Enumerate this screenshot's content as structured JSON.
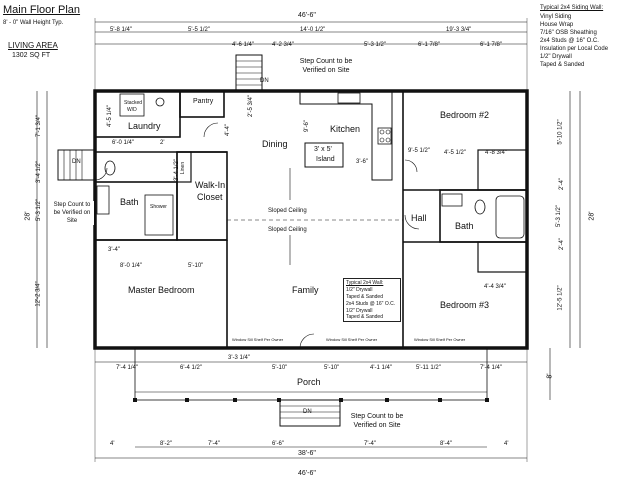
{
  "title": {
    "main": "Main Floor Plan",
    "wall_height": "8' - 0\" Wall Height Typ."
  },
  "area": {
    "label": "LIVING AREA",
    "value": "1302 SQ FT"
  },
  "spec": {
    "heading": "Typical 2x4 Siding Wall:",
    "lines": [
      "Vinyl Siding",
      "House Wrap",
      "7/16\" OSB Sheathing",
      "2x4 Studs @ 16\" O.C.",
      "Insulation per Local Code",
      "1/2\" Drywall",
      "Taped & Sanded"
    ]
  },
  "interior_spec": {
    "heading": "Typical 2x4 Wall:",
    "lines": [
      "1/2\" Drywall",
      "Taped & Sanded",
      "2x4 Studs @ 16\" O.C.",
      "1/2\" Drywall",
      "Taped & Sanded"
    ]
  },
  "rooms": {
    "laundry": "Laundry",
    "pantry": "Pantry",
    "dining": "Dining",
    "kitchen": "Kitchen",
    "island": "3' x 5'",
    "island_label": "Island",
    "bedroom2": "Bedroom #2",
    "bedroom3": "Bedroom #3",
    "bath1": "Bath",
    "bath2": "Bath",
    "closet_line1": "Walk-In",
    "closet_line2": "Closet",
    "master": "Master Bedroom",
    "family": "Family",
    "hall": "Hall",
    "porch": "Porch",
    "linen": "Linen",
    "sloped1": "Sloped Ceiling",
    "sloped2": "Sloped Ceiling"
  },
  "fixtures": {
    "stacked": "Stacked",
    "wd": "W/D",
    "shower": "Shower",
    "dn": "DN"
  },
  "notes": {
    "step_count": "Step Count to be Verified on Site",
    "step_count_porch": "Step Count to be Verified on Site",
    "step_count_side": "Step Count to be Verified on Site",
    "window_note": "Window Sill Shelf Per Owner"
  },
  "dimensions": {
    "overall_top": "46'-6\"",
    "overall_bottom": "46'-6\"",
    "porch_width": "38'-6\"",
    "depth_left": "28'",
    "depth_right": "28'",
    "porch_depth": "8'",
    "top_row": [
      "5'-8 1/4\"",
      "5'-5 1/2\"",
      "14'-0 1/2\"",
      "19'-3 3/4\""
    ],
    "second_row": [
      "4'-6 1/4\"",
      "4'-2 3/4\"",
      "5'-3 1/2\"",
      "6'-1 7/8\"",
      "6'-1 7/8\""
    ],
    "laundry": [
      "6'-0 1/4\"",
      "2'"
    ],
    "laundry_v": "4'-5 1/4\"",
    "stair_v": "2'-5 3/4\"",
    "dining_v": "4'-4\"",
    "closet_v": "3'-4 1/2\"",
    "bath_h": "3'-4\"",
    "kitchen_v": "9'-6\"",
    "island_side": "3'-6\"",
    "bed2_row": [
      "9'-5 1/2\"",
      "4'-5 1/2\"",
      "4'-8 3/4\""
    ],
    "bed3_row": "4'-4 3/4\"",
    "master_row": [
      "8'-0 1/4\"",
      "5'-10\""
    ],
    "left_v": [
      "7'-1 3/4\"",
      "3'-4 1/2\"",
      "5'-3 1/2\"",
      "12'-2 3/4\""
    ],
    "right_v": [
      "5'-10 1/2\"",
      "2'-4\"",
      "5'-3 1/2\"",
      "2'-4\"",
      "12'-5 1/2\""
    ],
    "porch_row": [
      "7'-4 1/4\"",
      "6'-4 1/2\"",
      "3'-3 1/4\"",
      "5'-10\"",
      "5'-10\"",
      "4'-1 1/4\"",
      "5'-11 1/2\"",
      "7'-4 1/4\""
    ],
    "porch_posts": [
      "4'",
      "8'-2\"",
      "7'-4\"",
      "6'-6\"",
      "7'-4\"",
      "8'-4\"",
      "4'"
    ]
  }
}
